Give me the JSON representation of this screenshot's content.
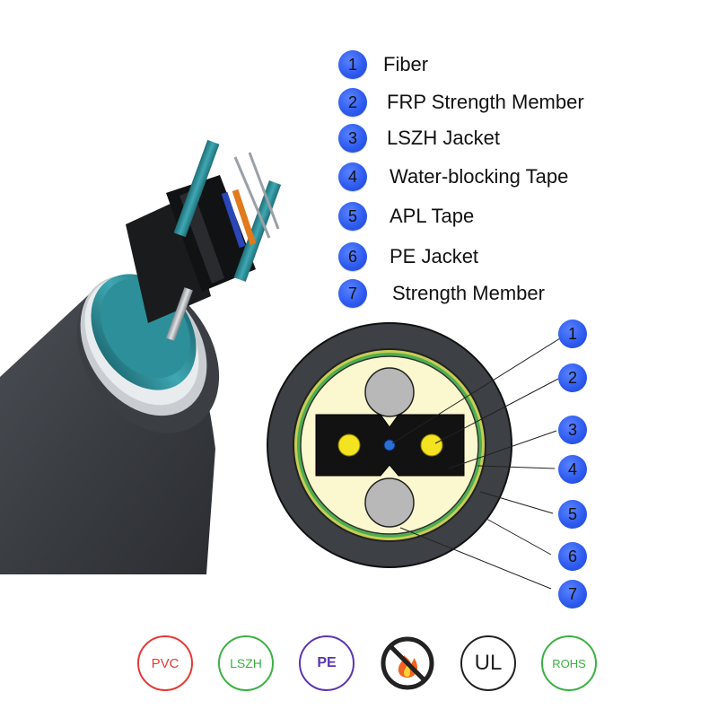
{
  "legend": [
    {
      "number": "1",
      "label": "Fiber"
    },
    {
      "number": "2",
      "label": "FRP Strength Member"
    },
    {
      "number": "3",
      "label": "LSZH Jacket"
    },
    {
      "number": "4",
      "label": "Water-blocking Tape"
    },
    {
      "number": "5",
      "label": "APL Tape"
    },
    {
      "number": "6",
      "label": "PE Jacket"
    },
    {
      "number": "7",
      "label": "Strength Member"
    }
  ],
  "callouts": [
    "1",
    "2",
    "3",
    "4",
    "5",
    "6",
    "7"
  ],
  "certifications": [
    {
      "label": "PVC",
      "color": "#e53935"
    },
    {
      "label": "LSZH",
      "color": "#3cb043"
    },
    {
      "label": "PE",
      "color": "#5a35b0"
    },
    {
      "label": "",
      "icon": "no-fire-icon",
      "color": "#222222"
    },
    {
      "label": "UL",
      "color": "#222222"
    },
    {
      "label": "ROHS",
      "color": "#3cb043"
    }
  ]
}
